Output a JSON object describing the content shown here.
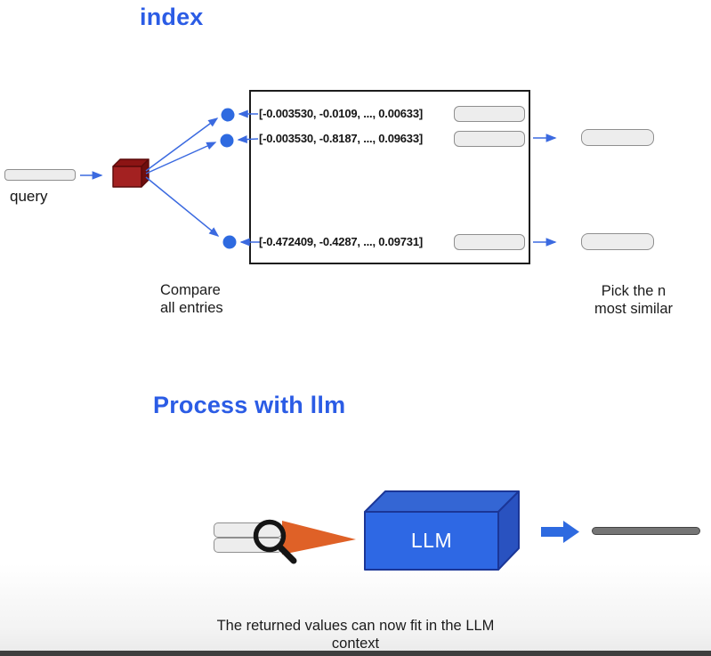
{
  "colors": {
    "accent_blue": "#2b5ce5",
    "arrow_blue": "#3b6ae0",
    "dot_blue": "#2e6ae0",
    "cube_red_front": "#a32121",
    "llm_blue_front": "#2e68e4",
    "orange_pointer": "#df6127",
    "output_bar_gray": "#757575",
    "box_border": "#1c1c1c"
  },
  "index_section": {
    "title": "index",
    "query_label": "query",
    "vectors": [
      "[-0.003530, -0.0109, ..., 0.00633]",
      "[-0.003530, -0.8187, ..., 0.09633]",
      "[-0.472409, -0.4287, ..., 0.09731]"
    ],
    "compare_caption": {
      "line1": "Compare",
      "line2": "all entries"
    },
    "pick_caption": {
      "line1": "Pick the n",
      "line2": "most similar"
    }
  },
  "llm_section": {
    "title": "Process with llm",
    "llm_label": "LLM",
    "caption": {
      "line1": "The returned values can now fit in the LLM",
      "line2": "context"
    }
  }
}
